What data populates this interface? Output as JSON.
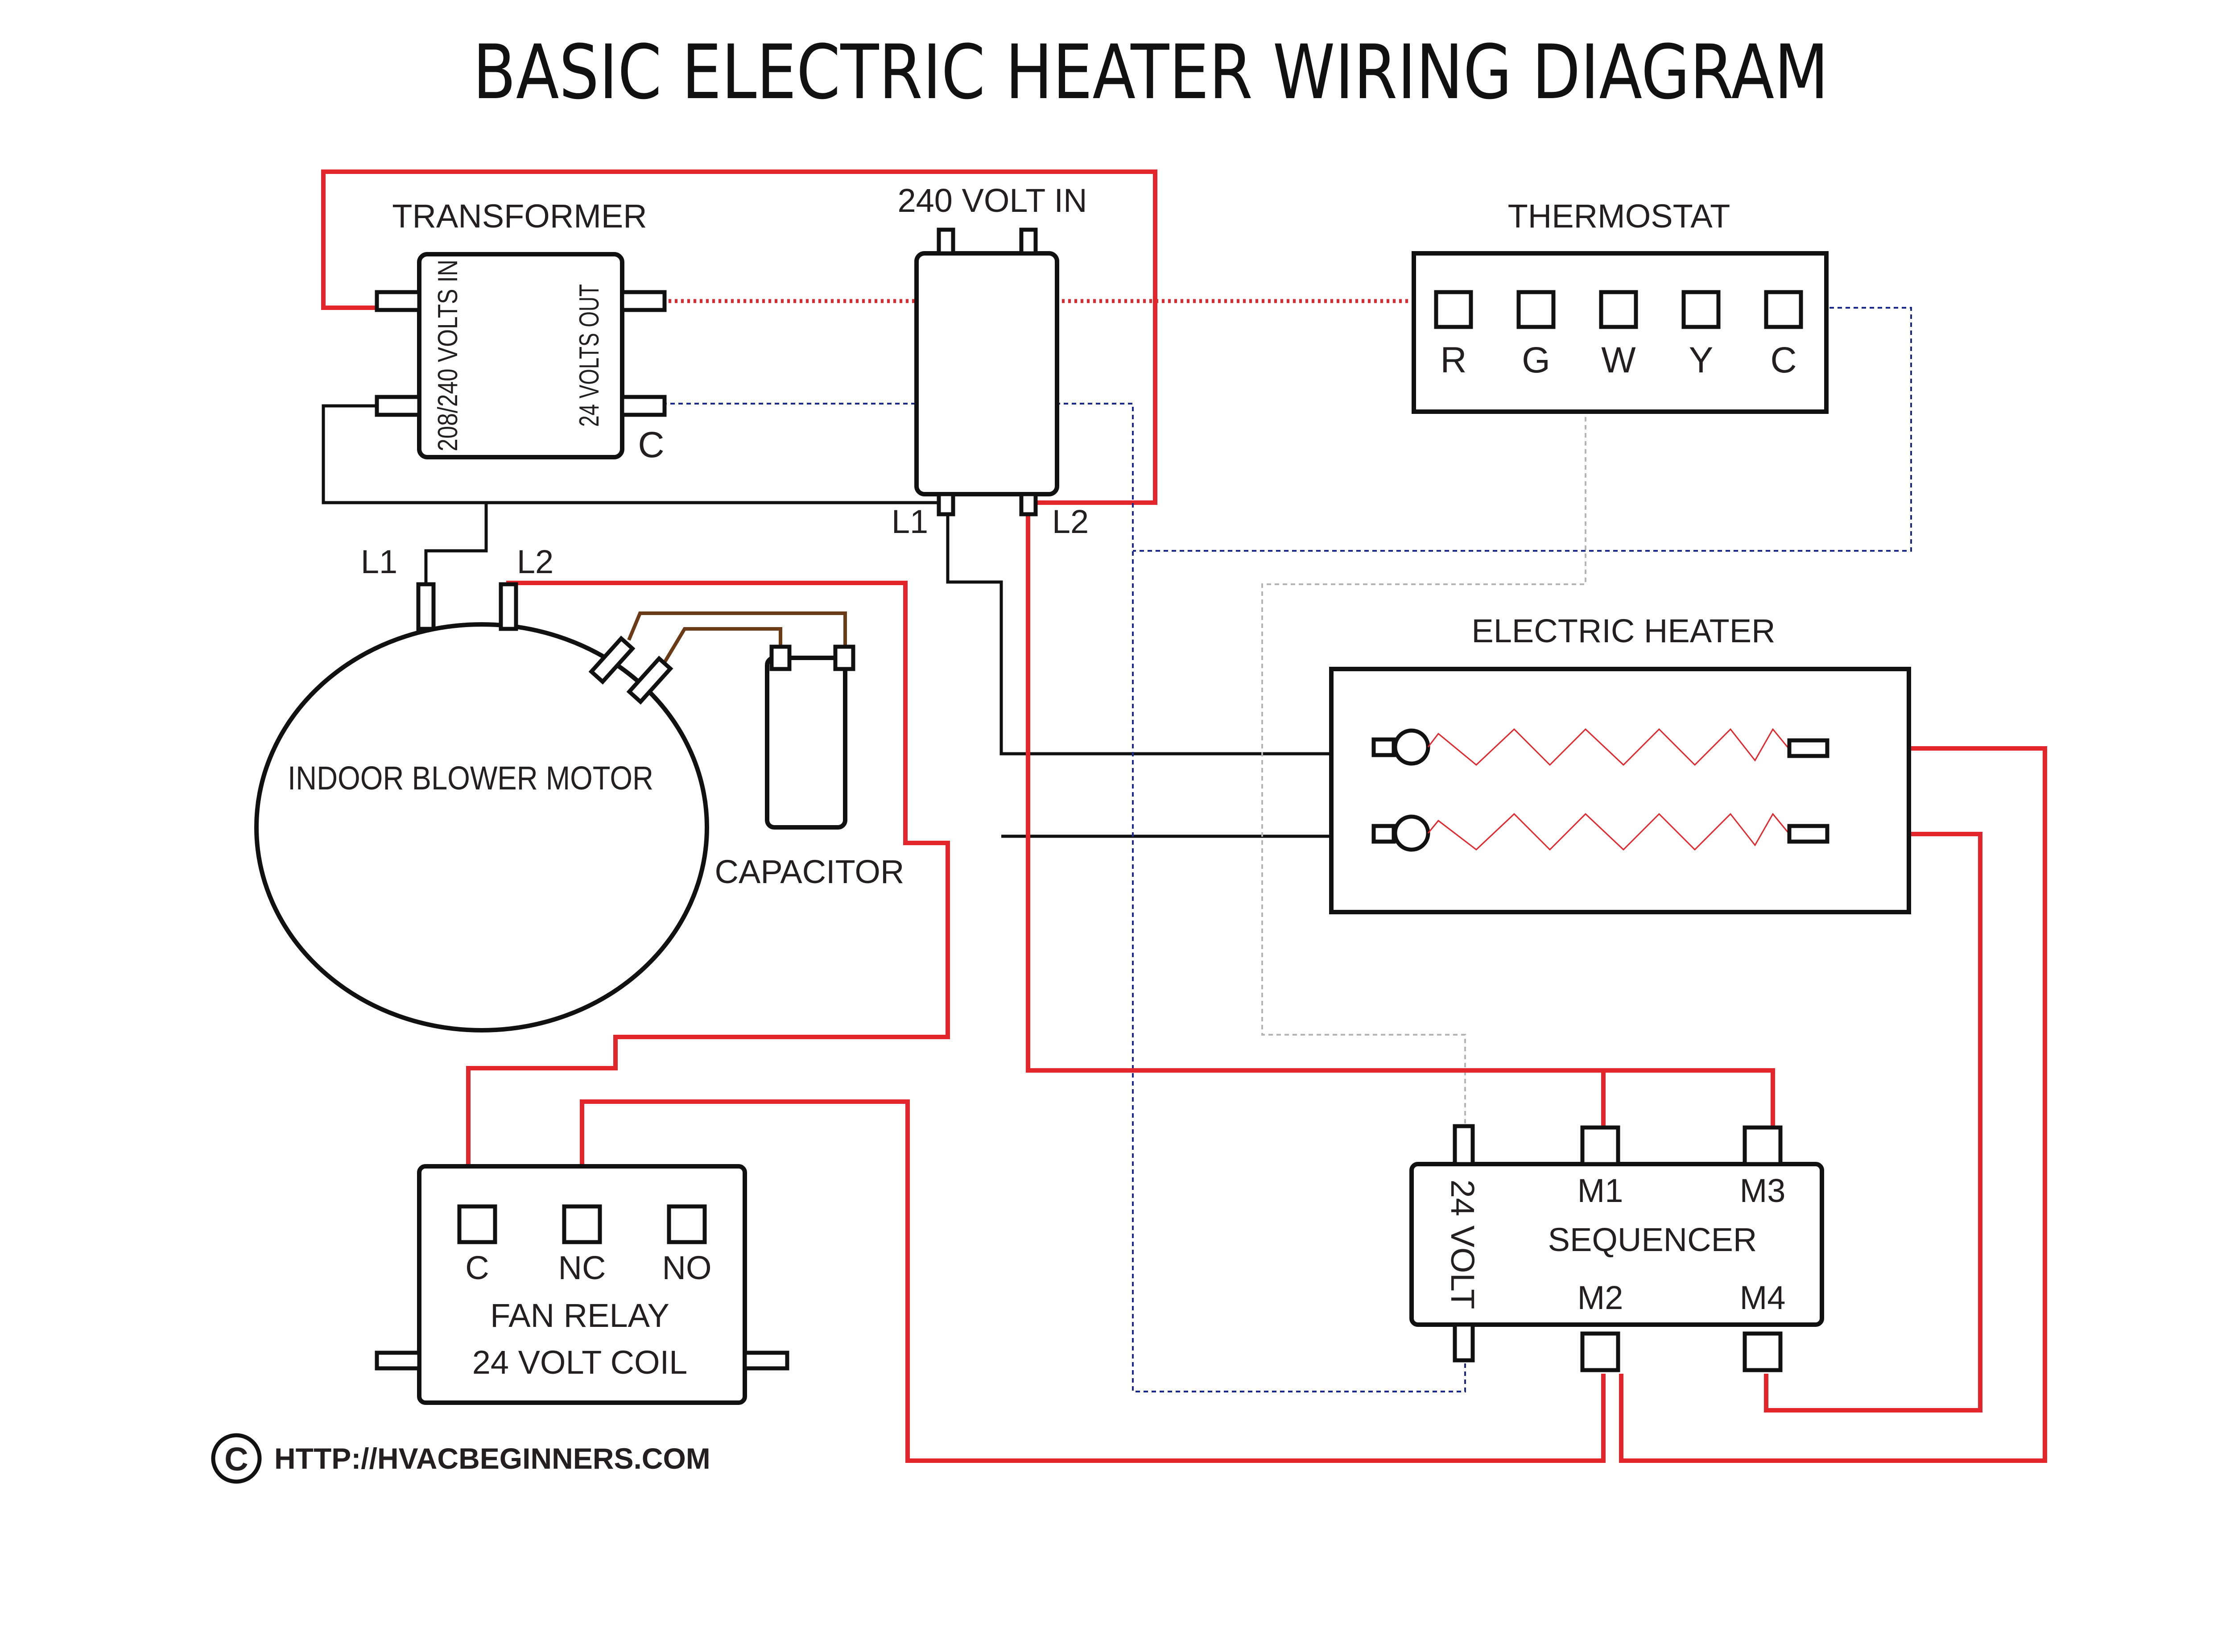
{
  "title": "BASIC ELECTRIC HEATER WIRING DIAGRAM",
  "colors": {
    "hot_wire": "#e3262b",
    "low_voltage_common": "#1a2a8c",
    "low_voltage_signal": "#b5b5b5",
    "capacitor_leads": "#6b3b18",
    "line_wire": "#111111"
  },
  "transformer": {
    "label": "TRANSFORMER",
    "input_label": "208/240 VOLTS IN",
    "output_label": "24 VOLTS OUT",
    "common_label": "C"
  },
  "supply": {
    "label": "240 VOLT IN",
    "l1": "L1",
    "l2": "L2"
  },
  "thermostat": {
    "label": "THERMOSTAT",
    "terminals": [
      "R",
      "G",
      "W",
      "Y",
      "C"
    ]
  },
  "blower": {
    "label": "INDOOR BLOWER MOTOR",
    "l1": "L1",
    "l2": "L2"
  },
  "capacitor": {
    "label": "CAPACITOR"
  },
  "heater": {
    "label": "ELECTRIC HEATER"
  },
  "fan_relay": {
    "line1": "FAN RELAY",
    "line2": "24 VOLT COIL",
    "terminals": [
      "C",
      "NC",
      "NO"
    ]
  },
  "sequencer": {
    "label": "SEQUENCER",
    "coil_label": "24 VOLT",
    "terminals": [
      "M1",
      "M3",
      "M2",
      "M4"
    ]
  },
  "footer": {
    "copyright_symbol": "C",
    "url": "HTTP://HVACBEGINNERS.COM"
  }
}
